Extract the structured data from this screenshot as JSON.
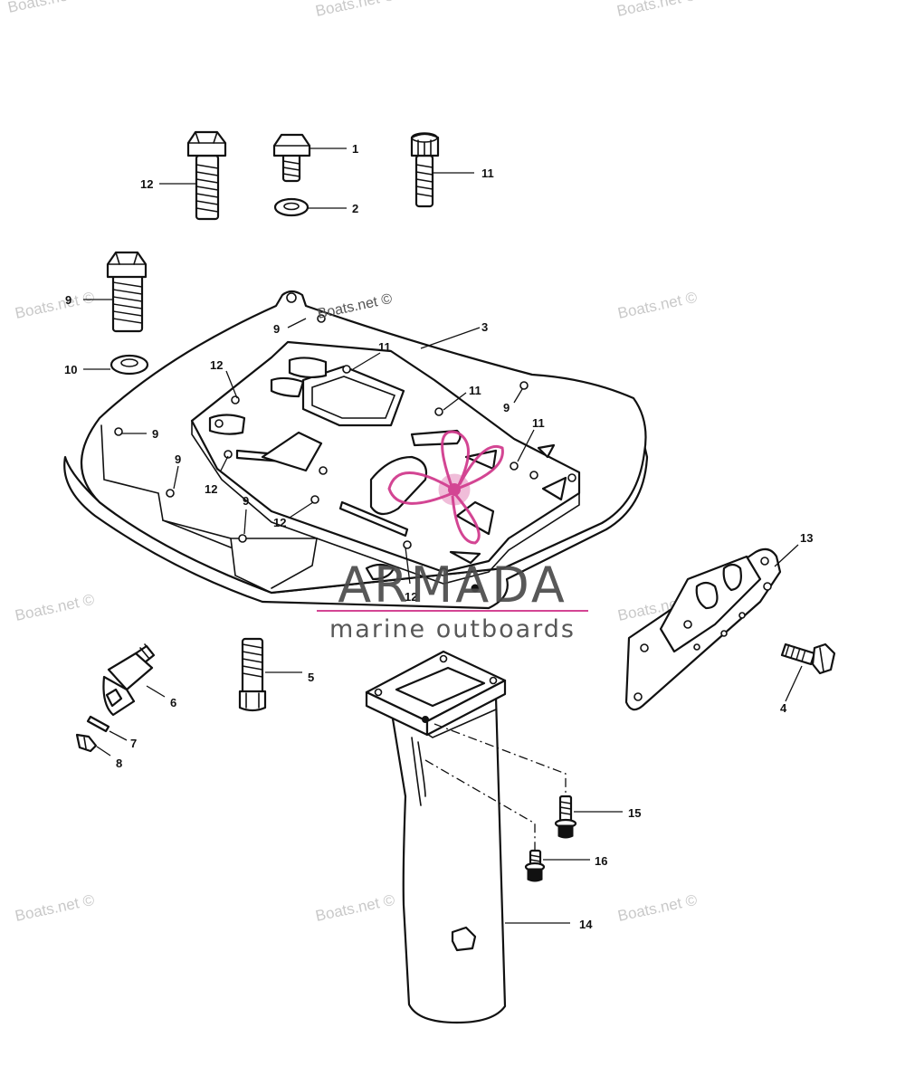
{
  "watermarks": {
    "repeat": "Boats.net ©",
    "center": "Boats.net ©"
  },
  "brand": {
    "name": "ARMADA",
    "tagline": "marine outboards",
    "accent_color": "#d0368a",
    "text_color": "#4a4a4a"
  },
  "labels": {
    "l1": "1",
    "l2": "2",
    "l3": "3",
    "l4": "4",
    "l5": "5",
    "l6": "6",
    "l7": "7",
    "l8": "8",
    "l9": "9",
    "l10": "10",
    "l11": "11",
    "l12": "12",
    "l13": "13",
    "l14": "14",
    "l15": "15",
    "l16": "16"
  }
}
